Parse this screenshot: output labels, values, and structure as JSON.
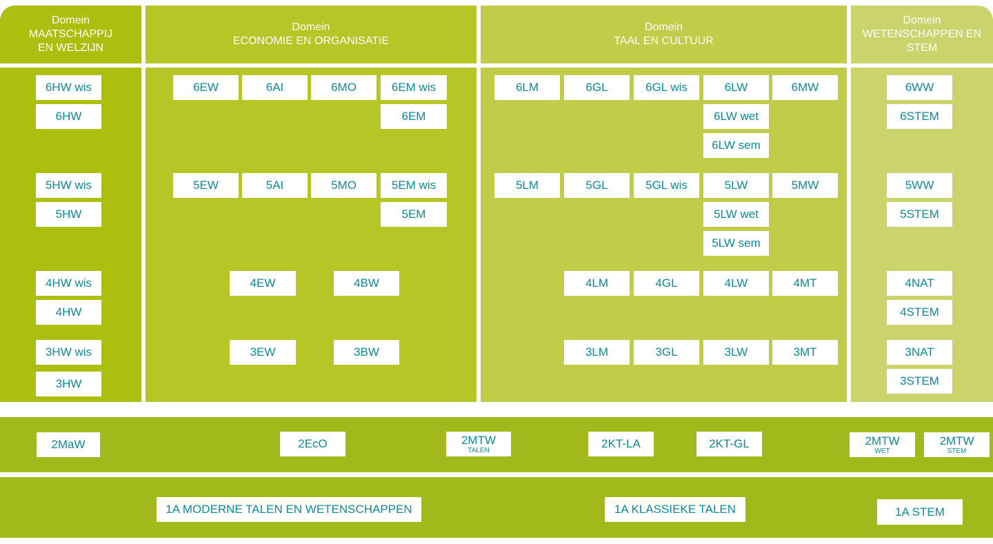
{
  "colors": {
    "domain1": "#acbf0e",
    "domain2": "#b5c626",
    "domain3": "#c1cc48",
    "domain4": "#cbd46c",
    "second_grade": "#a2b91b",
    "first_grade": "#a2b91b",
    "box_text": "#0b8a98",
    "box_bg": "#ffffff"
  },
  "domains": [
    {
      "line1": "Domein",
      "line2": "MAATSCHAPPIJ",
      "line3": "EN WELZIJN"
    },
    {
      "line1": "Domein",
      "line2": "ECONOMIE EN ORGANISATIE",
      "line3": ""
    },
    {
      "line1": "Domein",
      "line2": "TAAL EN CULTUUR",
      "line3": ""
    },
    {
      "line1": "Domein",
      "line2": "WETENSCHAPPEN EN",
      "line3": "STEM"
    }
  ],
  "grade6": {
    "mw": [
      "6HW wis",
      "6HW"
    ],
    "eo": [
      "6EW",
      "6AI",
      "6MO",
      "6EM wis",
      "6EM"
    ],
    "tc": [
      "6LM",
      "6GL",
      "6GL wis",
      "6LW",
      "6MW",
      "6LW wet",
      "6LW sem"
    ],
    "ws": [
      "6WW",
      "6STEM"
    ]
  },
  "grade5": {
    "mw": [
      "5HW wis",
      "5HW"
    ],
    "eo": [
      "5EW",
      "5AI",
      "5MO",
      "5EM wis",
      "5EM"
    ],
    "tc": [
      "5LM",
      "5GL",
      "5GL wis",
      "5LW",
      "5MW",
      "5LW wet",
      "5LW sem"
    ],
    "ws": [
      "5WW",
      "5STEM"
    ]
  },
  "grade4": {
    "mw": [
      "4HW wis",
      "4HW"
    ],
    "eo": [
      "4EW",
      "4BW"
    ],
    "tc": [
      "4LM",
      "4GL",
      "4LW",
      "4MT"
    ],
    "ws": [
      "4NAT",
      "4STEM"
    ]
  },
  "grade3": {
    "mw": [
      "3HW wis",
      "3HW"
    ],
    "eo": [
      "3EW",
      "3BW"
    ],
    "tc": [
      "3LM",
      "3GL",
      "3LW",
      "3MT"
    ],
    "ws": [
      "3NAT",
      "3STEM"
    ]
  },
  "second_grade": [
    {
      "main": "2MaW",
      "sub": ""
    },
    {
      "main": "2EcO",
      "sub": ""
    },
    {
      "main": "2MTW",
      "sub": "TALEN"
    },
    {
      "main": "2KT-LA",
      "sub": ""
    },
    {
      "main": "2KT-GL",
      "sub": ""
    },
    {
      "main": "2MTW",
      "sub": "WET"
    },
    {
      "main": "2MTW",
      "sub": "STEM"
    }
  ],
  "first_grade": [
    "1A MODERNE TALEN EN WETENSCHAPPEN",
    "1A KLASSIEKE TALEN",
    "1A STEM"
  ]
}
